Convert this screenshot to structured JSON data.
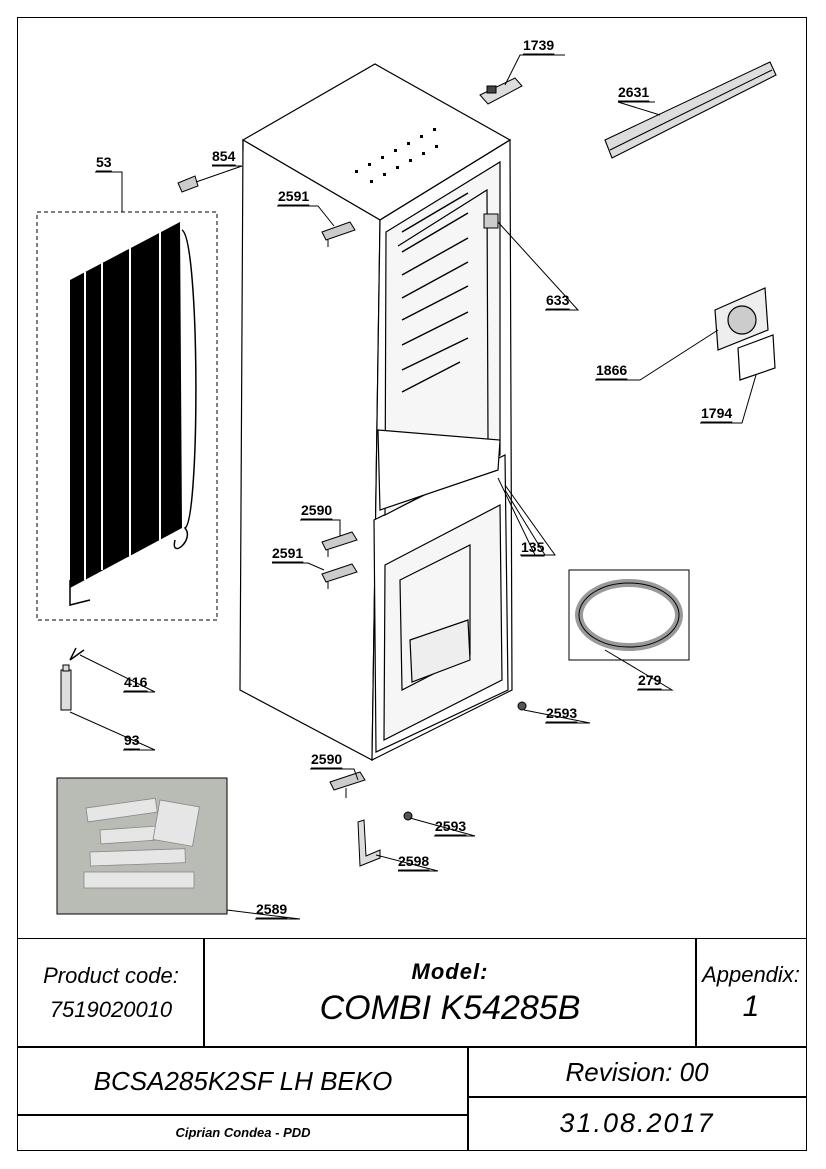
{
  "callouts": {
    "c1739": "1739",
    "c2631": "2631",
    "c854": "854",
    "c53": "53",
    "c2591a": "2591",
    "c633": "633",
    "c1866": "1866",
    "c1794": "1794",
    "c2590a": "2590",
    "c2591b": "2591",
    "c135": "135",
    "c279": "279",
    "c416": "416",
    "c2593a": "2593",
    "c93": "93",
    "c2590b": "2590",
    "c2593b": "2593",
    "c2598": "2598",
    "c2589": "2589"
  },
  "title_block": {
    "product_code_label": "Product code:",
    "product_code": "7519020010",
    "model_label": "Model:",
    "model": "COMBI K54285B",
    "appendix_label": "Appendix:",
    "appendix": "1",
    "bcsa": "BCSA285K2SF LH BEKO",
    "revision": "Revision: 00",
    "author": "Ciprian Condea - PDD",
    "date": "31.08.2017"
  },
  "colors": {
    "line": "#000000",
    "bag": "#b8bcb4",
    "part_gray": "#d8d8d8"
  }
}
